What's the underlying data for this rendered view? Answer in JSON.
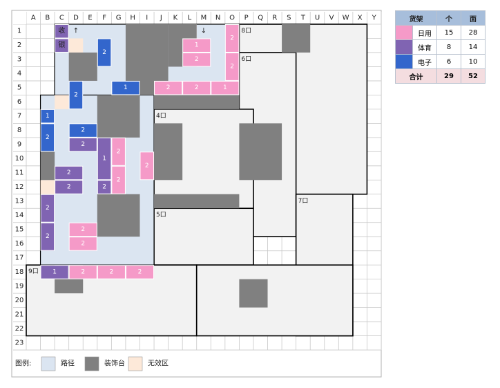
{
  "columns": [
    "A",
    "B",
    "C",
    "D",
    "E",
    "F",
    "G",
    "H",
    "I",
    "J",
    "K",
    "L",
    "M",
    "N",
    "O",
    "P",
    "Q",
    "R",
    "S",
    "T",
    "U",
    "V",
    "W",
    "X",
    "Y"
  ],
  "rows": [
    "1",
    "2",
    "3",
    "4",
    "5",
    "6",
    "7",
    "8",
    "9",
    "10",
    "11",
    "12",
    "13",
    "14",
    "15",
    "16",
    "17",
    "18",
    "19",
    "20",
    "21",
    "22",
    "23"
  ],
  "colors": {
    "path": "#dbe5f1",
    "decor": "#808080",
    "invalid": "#fde9d9",
    "daily": "#f59ac8",
    "sports": "#8064b2",
    "electronics": "#3366cc",
    "zone_fill": "#f2f2f2",
    "grid": "#c8c8c8",
    "total_row": "#f4dde0",
    "header": "#a7bedb"
  },
  "legend": {
    "title": "图例:",
    "items": [
      {
        "label": "路径",
        "color": "#dbe5f1"
      },
      {
        "label": "装饰台",
        "color": "#808080"
      },
      {
        "label": "无效区",
        "color": "#fde9d9"
      }
    ]
  },
  "stats": {
    "headers": [
      "货架",
      "个",
      "面"
    ],
    "rows": [
      {
        "label": "日用",
        "color": "#f59ac8",
        "count": "15",
        "faces": "28"
      },
      {
        "label": "体育",
        "color": "#8064b2",
        "count": "8",
        "faces": "14"
      },
      {
        "label": "电子",
        "color": "#3366cc",
        "count": "6",
        "faces": "10"
      }
    ],
    "total": {
      "label": "合计",
      "count": "29",
      "faces": "52"
    }
  },
  "text_labels": [
    {
      "text": "收",
      "c": 2,
      "r": 0
    },
    {
      "text": "银",
      "c": 2,
      "r": 1
    },
    {
      "text": "↑",
      "c": 3,
      "r": 0
    },
    {
      "text": "↓",
      "c": 12,
      "r": 0
    }
  ],
  "zones": [
    {
      "label": "8口",
      "c": 15,
      "r": 0,
      "w": 9,
      "h": 12
    },
    {
      "label": "6口",
      "c": 15,
      "r": 2,
      "w": 4,
      "h": 13
    },
    {
      "label": "7口",
      "c": 19,
      "r": 12,
      "w": 4,
      "h": 10
    },
    {
      "label": "4口",
      "c": 9,
      "r": 6,
      "w": 7,
      "h": 7
    },
    {
      "label": "5口",
      "c": 9,
      "r": 13,
      "w": 7,
      "h": 4
    },
    {
      "label": "9口",
      "c": 0,
      "r": 17,
      "w": 12,
      "h": 5
    },
    {
      "label": "",
      "c": 12,
      "r": 17,
      "w": 11,
      "h": 5
    }
  ],
  "paths": [
    {
      "c": 2,
      "r": 0,
      "w": 13,
      "h": 6
    },
    {
      "c": 1,
      "r": 5,
      "w": 8,
      "h": 12
    }
  ],
  "invalid": [
    {
      "c": 3,
      "r": 1,
      "w": 1,
      "h": 1
    },
    {
      "c": 11,
      "r": 0,
      "w": 1,
      "h": 1
    },
    {
      "c": 2,
      "r": 5,
      "w": 1,
      "h": 1
    },
    {
      "c": 1,
      "r": 11,
      "w": 1,
      "h": 1
    }
  ],
  "decor": [
    {
      "c": 7,
      "r": 0,
      "w": 3,
      "h": 5
    },
    {
      "c": 10,
      "r": 0,
      "w": 2,
      "h": 3
    },
    {
      "c": 3,
      "r": 2,
      "w": 2,
      "h": 2
    },
    {
      "c": 18,
      "r": 0,
      "w": 2,
      "h": 2
    },
    {
      "c": 5,
      "r": 5,
      "w": 3,
      "h": 3
    },
    {
      "c": 9,
      "r": 5,
      "w": 6,
      "h": 1
    },
    {
      "c": 9,
      "r": 7,
      "w": 2,
      "h": 4
    },
    {
      "c": 15,
      "r": 7,
      "w": 3,
      "h": 4
    },
    {
      "c": 1,
      "r": 9,
      "w": 1,
      "h": 2
    },
    {
      "c": 5,
      "r": 12,
      "w": 3,
      "h": 3
    },
    {
      "c": 9,
      "r": 12,
      "w": 6,
      "h": 1
    },
    {
      "c": 2,
      "r": 17,
      "w": 2,
      "h": 2
    },
    {
      "c": 15,
      "r": 18,
      "w": 2,
      "h": 2
    }
  ],
  "shelves": [
    {
      "type": "sports",
      "faces": "",
      "c": 2,
      "r": 0,
      "w": 1,
      "h": 1
    },
    {
      "type": "sports",
      "faces": "",
      "c": 2,
      "r": 1,
      "w": 1,
      "h": 1
    },
    {
      "type": "electronics",
      "faces": "2",
      "c": 5,
      "r": 1,
      "w": 1,
      "h": 2
    },
    {
      "type": "daily",
      "faces": "2",
      "c": 14,
      "r": 0,
      "w": 1,
      "h": 2
    },
    {
      "type": "daily",
      "faces": "1",
      "c": 11,
      "r": 1,
      "w": 2,
      "h": 1
    },
    {
      "type": "daily",
      "faces": "2",
      "c": 11,
      "r": 2,
      "w": 2,
      "h": 1
    },
    {
      "type": "daily",
      "faces": "2",
      "c": 14,
      "r": 2,
      "w": 1,
      "h": 2
    },
    {
      "type": "electronics",
      "faces": "2",
      "c": 3,
      "r": 4,
      "w": 1,
      "h": 2
    },
    {
      "type": "electronics",
      "faces": "1",
      "c": 6,
      "r": 4,
      "w": 2,
      "h": 1
    },
    {
      "type": "daily",
      "faces": "2",
      "c": 9,
      "r": 4,
      "w": 2,
      "h": 1
    },
    {
      "type": "daily",
      "faces": "2",
      "c": 11,
      "r": 4,
      "w": 2,
      "h": 1
    },
    {
      "type": "daily",
      "faces": "1",
      "c": 13,
      "r": 4,
      "w": 2,
      "h": 1
    },
    {
      "type": "electronics",
      "faces": "1",
      "c": 1,
      "r": 6,
      "w": 1,
      "h": 1
    },
    {
      "type": "electronics",
      "faces": "2",
      "c": 1,
      "r": 7,
      "w": 1,
      "h": 2
    },
    {
      "type": "electronics",
      "faces": "2",
      "c": 3,
      "r": 7,
      "w": 2,
      "h": 1
    },
    {
      "type": "sports",
      "faces": "2",
      "c": 3,
      "r": 8,
      "w": 2,
      "h": 1
    },
    {
      "type": "sports",
      "faces": "1",
      "c": 5,
      "r": 8,
      "w": 1,
      "h": 3
    },
    {
      "type": "sports",
      "faces": "2",
      "c": 5,
      "r": 11,
      "w": 1,
      "h": 0
    },
    {
      "type": "daily",
      "faces": "2",
      "c": 6,
      "r": 8,
      "w": 1,
      "h": 2
    },
    {
      "type": "daily",
      "faces": "2",
      "c": 6,
      "r": 10,
      "w": 1,
      "h": 2
    },
    {
      "type": "daily",
      "faces": "2",
      "c": 8,
      "r": 9,
      "w": 1,
      "h": 2
    },
    {
      "type": "sports",
      "faces": "2",
      "c": 2,
      "r": 10,
      "w": 2,
      "h": 1
    },
    {
      "type": "sports",
      "faces": "2",
      "c": 2,
      "r": 11,
      "w": 2,
      "h": 1
    },
    {
      "type": "sports",
      "faces": "2",
      "c": 1,
      "r": 12,
      "w": 1,
      "h": 2
    },
    {
      "type": "sports",
      "faces": "2",
      "c": 1,
      "r": 14,
      "w": 1,
      "h": 2
    },
    {
      "type": "daily",
      "faces": "2",
      "c": 3,
      "r": 14,
      "w": 2,
      "h": 1
    },
    {
      "type": "daily",
      "faces": "2",
      "c": 3,
      "r": 15,
      "w": 2,
      "h": 1
    },
    {
      "type": "sports",
      "faces": "1",
      "c": 1,
      "r": 17,
      "w": 2,
      "h": 1
    },
    {
      "type": "daily",
      "faces": "2",
      "c": 3,
      "r": 17,
      "w": 2,
      "h": 1
    },
    {
      "type": "daily",
      "faces": "2",
      "c": 5,
      "r": 17,
      "w": 2,
      "h": 1
    },
    {
      "type": "daily",
      "faces": "2",
      "c": 7,
      "r": 17,
      "w": 2,
      "h": 1
    }
  ]
}
